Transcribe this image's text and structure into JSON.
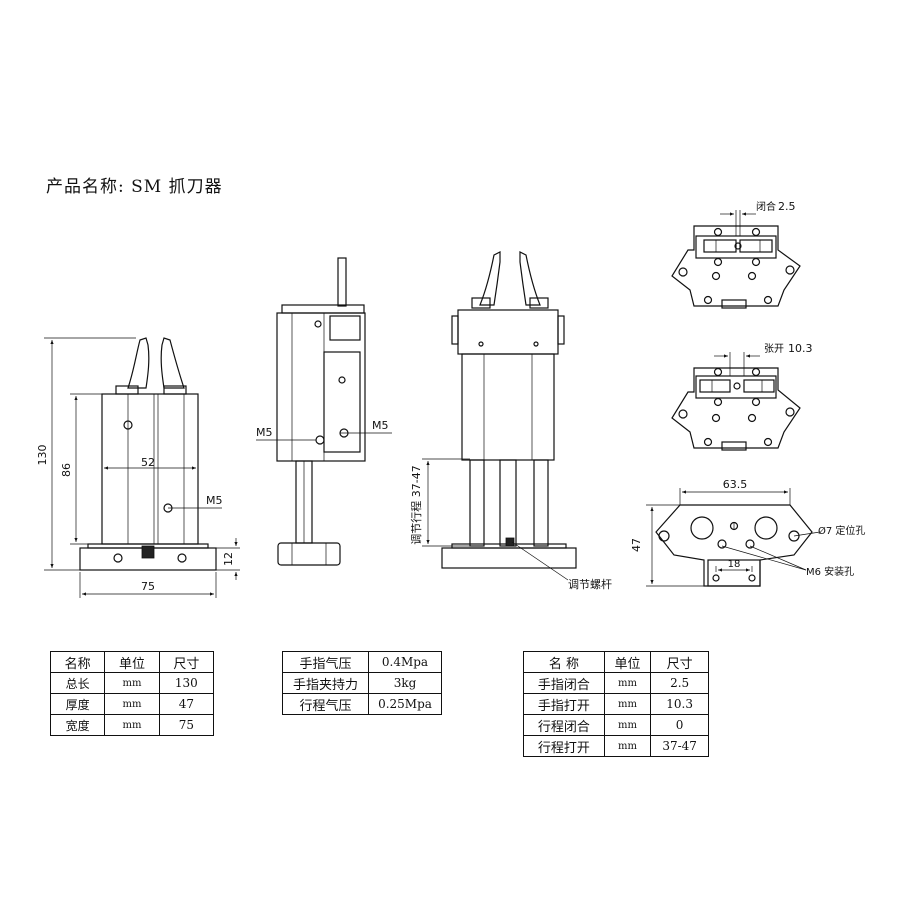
{
  "title": "产品名称: SM 抓刀器",
  "front_view": {
    "dim_total_height": "130",
    "dim_body_height": "86",
    "dim_base_height": "12",
    "dim_inner_width": "52",
    "dim_total_width": "75",
    "port_label": "M5"
  },
  "side_view": {
    "port_left": "M5",
    "port_right": "M5"
  },
  "stroke_view": {
    "stroke_label": "调节行程 37-47",
    "screw_label": "调节螺杆"
  },
  "top_closed": {
    "label": "闭合",
    "value": "2.5"
  },
  "top_open": {
    "label": "张开",
    "value": "10.3"
  },
  "bottom_view": {
    "dim_width": "63.5",
    "dim_height": "47",
    "dim_hole_spacing": "18",
    "pin_hole_label": "Ø7 定位孔",
    "mount_hole_label": "M6 安装孔"
  },
  "table_dimensions": {
    "headers": [
      "名称",
      "单位",
      "尺寸"
    ],
    "rows": [
      [
        "总长",
        "mm",
        "130"
      ],
      [
        "厚度",
        "mm",
        "47"
      ],
      [
        "宽度",
        "mm",
        "75"
      ]
    ]
  },
  "table_pressure": {
    "rows": [
      [
        "手指气压",
        "0.4Mpa"
      ],
      [
        "手指夹持力",
        "3kg"
      ],
      [
        "行程气压",
        "0.25Mpa"
      ]
    ]
  },
  "table_stroke": {
    "headers": [
      "名 称",
      "单位",
      "尺寸"
    ],
    "rows": [
      [
        "手指闭合",
        "mm",
        "2.5"
      ],
      [
        "手指打开",
        "mm",
        "10.3"
      ],
      [
        "行程闭合",
        "mm",
        "0"
      ],
      [
        "行程打开",
        "mm",
        "37-47"
      ]
    ]
  }
}
